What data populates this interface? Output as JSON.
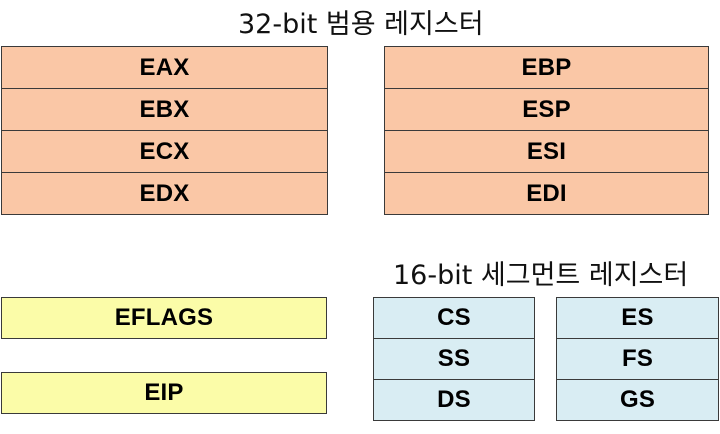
{
  "general_purpose": {
    "title": "32-bit 범용 레지스터",
    "left": [
      "EAX",
      "EBX",
      "ECX",
      "EDX"
    ],
    "right": [
      "EBP",
      "ESP",
      "ESI",
      "EDI"
    ],
    "color": "#fac7a6"
  },
  "flags": {
    "eflags": "EFLAGS",
    "eip": "EIP",
    "color": "#fbfca8"
  },
  "segment": {
    "title": "16-bit 세그먼트 레지스터",
    "left": [
      "CS",
      "SS",
      "DS"
    ],
    "right": [
      "ES",
      "FS",
      "GS"
    ],
    "color": "#d9edf3"
  }
}
